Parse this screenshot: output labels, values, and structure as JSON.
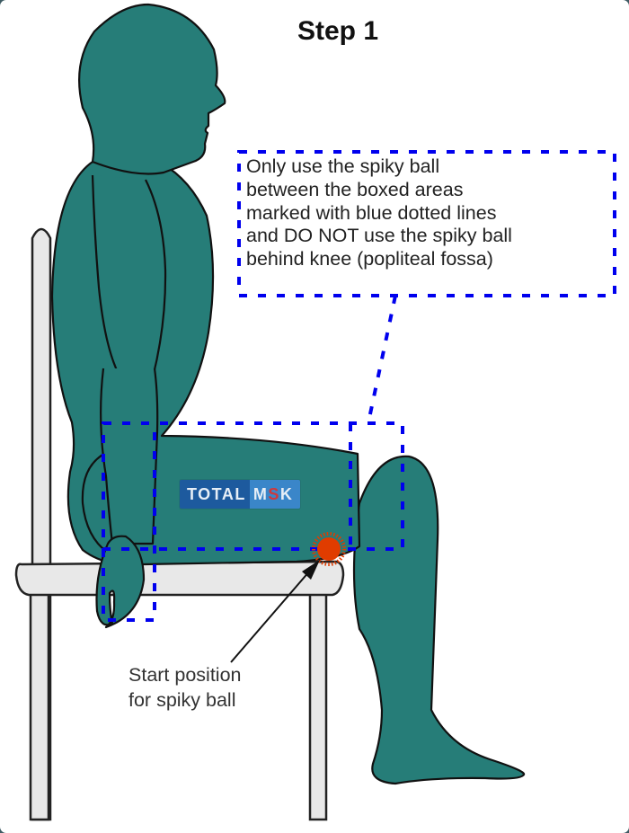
{
  "title": "Step 1",
  "note": {
    "lines": [
      "Only use the spiky ball",
      "between the boxed areas",
      "marked with blue dotted lines",
      "and DO NOT use the spiky ball",
      "behind knee (popliteal fossa)"
    ]
  },
  "caption": {
    "lines": [
      "Start position",
      "for spiky ball"
    ]
  },
  "logo": {
    "part1": "TOTAL",
    "part2_m": "M",
    "part2_s": "S",
    "part2_k": "K"
  },
  "icons": {
    "figure": "seated-human-figure",
    "chair": "chair",
    "ball": "spiky-ball",
    "arrow": "pointer-arrow"
  },
  "colors": {
    "figure_fill": "#267d78",
    "outline": "#111111",
    "zone_dotted": "#0000ee",
    "ball": "#e03c00",
    "chair_fill": "#e8e8e8",
    "logo_dark": "#1d5a9e",
    "logo_light": "#3a86c9",
    "logo_accent": "#d0383a",
    "frame_bg": "#3e5b63"
  }
}
